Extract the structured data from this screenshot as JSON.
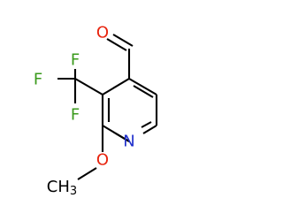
{
  "molecule": {
    "colors": {
      "bond": "#000000",
      "oxygen": "#e8230d",
      "nitrogen": "#2030cc",
      "fluorine": "#3a9a1c",
      "carbon": "#000000"
    },
    "atoms": {
      "aldehyde_oxygen": "O",
      "fluorine_1": "F",
      "fluorine_2": "F",
      "fluorine_3": "F",
      "ring_nitrogen": "N",
      "methoxy_oxygen": "O",
      "methyl": "CH",
      "methyl_subscript": "3"
    }
  }
}
